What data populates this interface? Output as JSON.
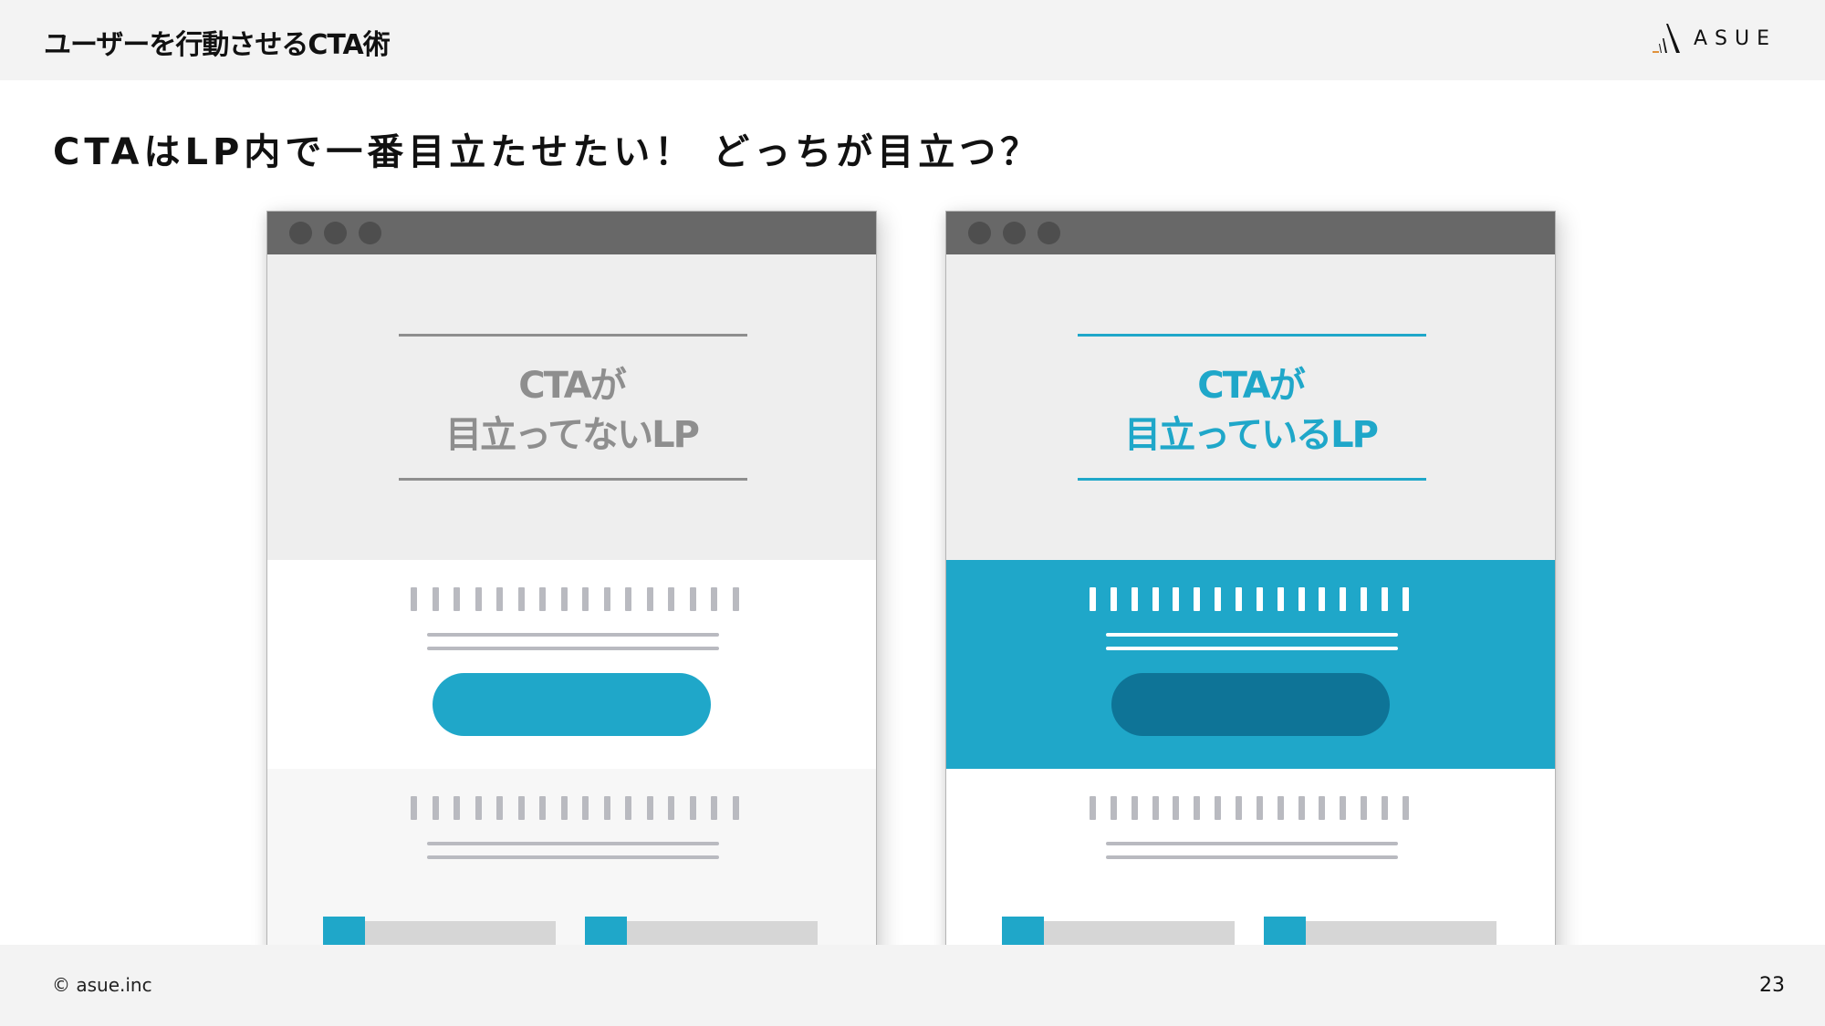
{
  "header": {
    "title": "ユーザーを行動させるCTA術",
    "logo_text": "ASUE",
    "logo_icon": "asue-mountain-logo-icon"
  },
  "subtitle": "CTAはLP内で一番目立たせたい！ どっちが目立つ？",
  "colors": {
    "accent": "#1fa7c9",
    "accent_dark": "#0e7497",
    "titlebar": "#686868",
    "hero_bg": "#eeeeee",
    "muted_text": "#8e8e8e",
    "placeholder_bar": "#b9bac0",
    "card_bar": "#d6d6d6",
    "header_bg": "#f3f3f3"
  },
  "mockups": [
    {
      "id": "left",
      "hero_line1": "CTAが",
      "hero_line2": "目立ってないLP",
      "hero_color": "#8e8e8e",
      "rule_color": "#8e8e8e",
      "cta_section_bg": "#ffffff",
      "cta_bar_color": "#b9bac0",
      "cta_button_color": "#1fa7c9",
      "next_section_bg": "#f7f7f7"
    },
    {
      "id": "right",
      "hero_line1": "CTAが",
      "hero_line2": "目立っているLP",
      "hero_color": "#1fa7c9",
      "rule_color": "#1fa7c9",
      "cta_section_bg": "#1fa7c9",
      "cta_bar_color": "#ffffff",
      "cta_button_color": "#0e7497",
      "next_section_bg": "#ffffff"
    }
  ],
  "placeholder_bar_count": 16,
  "footer": {
    "copyright": "© asue.inc",
    "page_number": "23"
  }
}
